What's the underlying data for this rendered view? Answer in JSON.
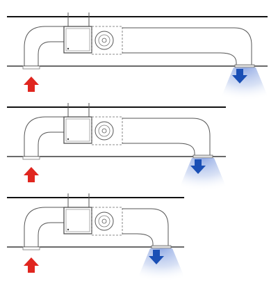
{
  "figure": {
    "colors": {
      "supply_air": "#e0261f",
      "exhaust_air": "#1a4fb5",
      "exhaust_glow": "#9fb4e8",
      "outline": "#555555",
      "slab": "#111111"
    },
    "icons": [
      "intake-arrow-icon",
      "outlet-arrow-icon",
      "blower-fan-icon"
    ],
    "units": [
      {
        "variant": "long-duct"
      },
      {
        "variant": "medium-duct"
      },
      {
        "variant": "short-duct"
      }
    ]
  }
}
